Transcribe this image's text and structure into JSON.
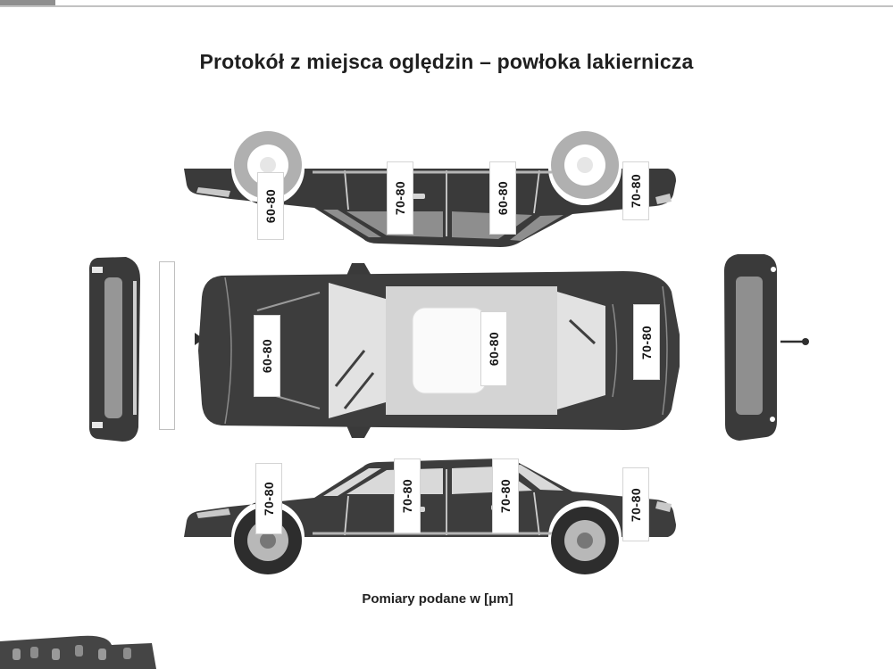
{
  "title": "Protokół z miejsca oględzin – powłoka lakiernicza",
  "footer": "Pomiary podane w [μm]",
  "measurements": {
    "top_side": [
      "60-80",
      "70-80",
      "60-80",
      "70-80"
    ],
    "plan": [
      "60-80",
      "60-80",
      "70-80"
    ],
    "bottom_side": [
      "70-80",
      "70-80",
      "70-80",
      "70-80"
    ]
  },
  "colors": {
    "car_body": "#3d3d3d",
    "glass_light": "#d9d9d9",
    "glass_dark": "#8e8e8e",
    "label_background": "#ffffff",
    "text": "#1f1f1f"
  }
}
